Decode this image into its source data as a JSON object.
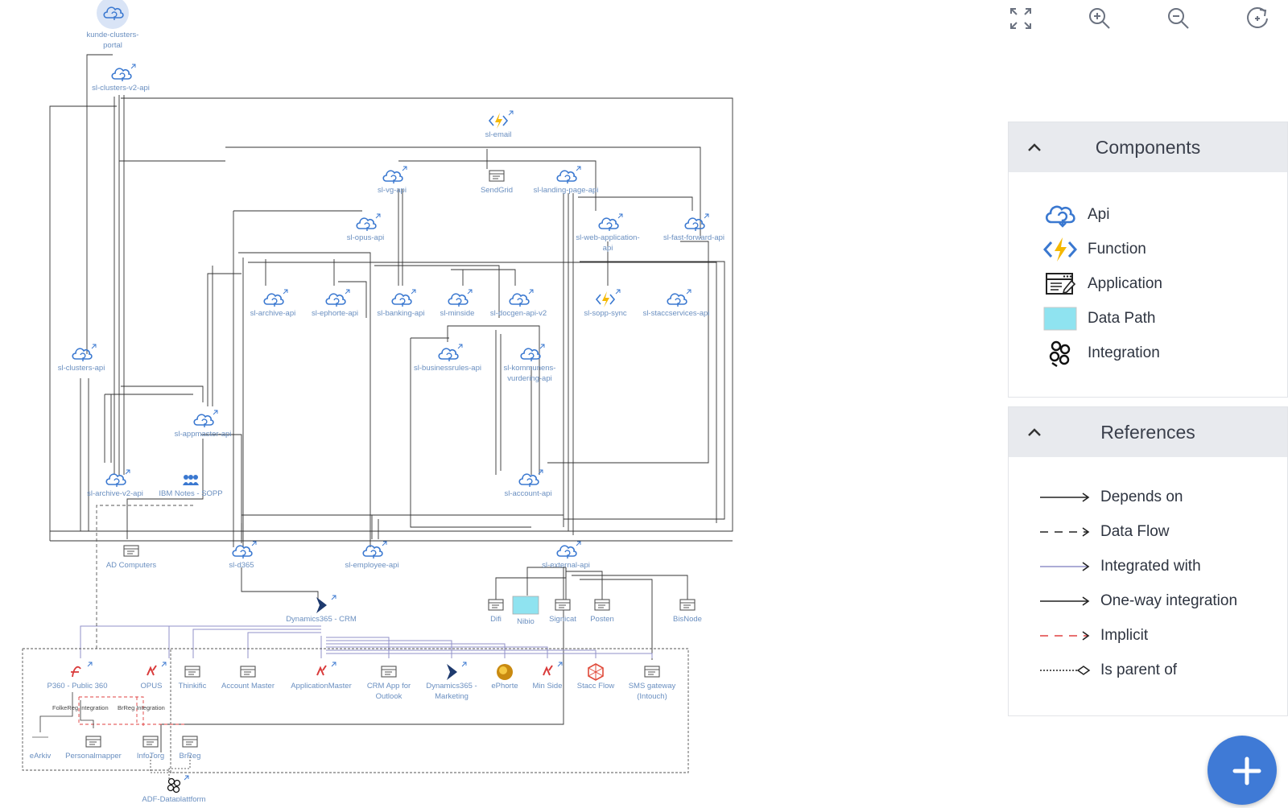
{
  "toolbar": {
    "fit_icon": "fullscreen-icon",
    "zoom_in_icon": "zoom-in-icon",
    "zoom_out_icon": "zoom-out-icon",
    "reset_icon": "rotate-reset-icon"
  },
  "components_panel": {
    "title": "Components",
    "items": [
      {
        "label": "Api",
        "icon": "cloud-api-icon"
      },
      {
        "label": "Function",
        "icon": "lightning-function-icon"
      },
      {
        "label": "Application",
        "icon": "application-window-icon"
      },
      {
        "label": "Data Path",
        "icon": "data-path-swatch"
      },
      {
        "label": "Integration",
        "icon": "integration-icon"
      }
    ]
  },
  "references_panel": {
    "title": "References",
    "items": [
      {
        "label": "Depends on",
        "style": "solid",
        "color": "#222222"
      },
      {
        "label": "Data Flow",
        "style": "dashed",
        "color": "#222222"
      },
      {
        "label": "Integrated with",
        "style": "solid",
        "color": "#9090c8"
      },
      {
        "label": "One-way integration",
        "style": "solid",
        "color": "#222222"
      },
      {
        "label": "Implicit",
        "style": "dashed",
        "color": "#e04040"
      },
      {
        "label": "Is parent of",
        "style": "dotted-diamond",
        "color": "#222222"
      }
    ]
  },
  "colors": {
    "api_blue": "#3a78d0",
    "label_blue": "#6a8fc0",
    "function_yellow": "#f5b800",
    "data_path": "#8fe3f0",
    "fab": "#3f7ad6",
    "panel_header": "#e8eaee"
  },
  "fab": {
    "icon": "plus-icon"
  },
  "diagram": {
    "nodes": [
      {
        "id": "kunde",
        "label": "kunde-clusters-\nportal"
      },
      {
        "id": "sl-clusters-v2-api",
        "label": "sl-clusters-v2-api"
      },
      {
        "id": "sl-email",
        "label": "sl-email"
      },
      {
        "id": "sl-vg-api",
        "label": "sl-vg-api"
      },
      {
        "id": "sendgrid",
        "label": "SendGrid"
      },
      {
        "id": "sl-landing-page-api",
        "label": "sl-landing-page-api"
      },
      {
        "id": "sl-opus-api",
        "label": "sl-opus-api"
      },
      {
        "id": "sl-web-application-api",
        "label": "sl-web-application-\napi"
      },
      {
        "id": "sl-fast-forward-api",
        "label": "sl-fast-forward-api"
      },
      {
        "id": "sl-archive-api",
        "label": "sl-archive-api"
      },
      {
        "id": "sl-ephorte-api",
        "label": "sl-ephorte-api"
      },
      {
        "id": "sl-banking-api",
        "label": "sl-banking-api"
      },
      {
        "id": "sl-minside",
        "label": "sl-minside"
      },
      {
        "id": "sl-docgen-api-v2",
        "label": "sl-docgen-api-v2"
      },
      {
        "id": "sl-sopp-sync",
        "label": "sl-sopp-sync"
      },
      {
        "id": "sl-staccservices-api",
        "label": "sl-staccservices-api"
      },
      {
        "id": "sl-clusters-api",
        "label": "sl-clusters-api"
      },
      {
        "id": "sl-businessrules-api",
        "label": "sl-businessrules-api"
      },
      {
        "id": "sl-kommunens",
        "label": "sl-kommunens-\nvurdering-api"
      },
      {
        "id": "sl-appmaster-api",
        "label": "sl-appmaster-api"
      },
      {
        "id": "sl-archive-v2-api",
        "label": "sl-archive-v2-api"
      },
      {
        "id": "ibm-notes",
        "label": "IBM Notes - SOPP"
      },
      {
        "id": "sl-account-api",
        "label": "sl-account-api"
      },
      {
        "id": "ad-computers",
        "label": "AD Computers"
      },
      {
        "id": "sl-d365",
        "label": "sl-d365"
      },
      {
        "id": "sl-employee-api",
        "label": "sl-employee-api"
      },
      {
        "id": "sl-external-api",
        "label": "sl-external-api"
      },
      {
        "id": "dynamics-crm",
        "label": "Dynamics365 - CRM"
      },
      {
        "id": "difi",
        "label": "Difi"
      },
      {
        "id": "nibio",
        "label": "Nibio"
      },
      {
        "id": "signicat",
        "label": "Signicat"
      },
      {
        "id": "posten",
        "label": "Posten"
      },
      {
        "id": "bisnode",
        "label": "BisNode"
      },
      {
        "id": "p360",
        "label": "P360 - Public 360"
      },
      {
        "id": "opus",
        "label": "OPUS"
      },
      {
        "id": "thinkific",
        "label": "Thinkific"
      },
      {
        "id": "account-master",
        "label": "Account Master"
      },
      {
        "id": "application-master",
        "label": "ApplicationMaster"
      },
      {
        "id": "crm-outlook",
        "label": "CRM App for\nOutlook"
      },
      {
        "id": "dynamics-marketing",
        "label": "Dynamics365 -\nMarketing"
      },
      {
        "id": "ephorte",
        "label": "ePhorte"
      },
      {
        "id": "min-side",
        "label": "Min Side"
      },
      {
        "id": "stacc-flow",
        "label": "Stacc Flow"
      },
      {
        "id": "sms-gateway",
        "label": "SMS gateway\n(Intouch)"
      },
      {
        "id": "earkiv",
        "label": "eArkiv"
      },
      {
        "id": "personalmapper",
        "label": "Personalmapper"
      },
      {
        "id": "infotorg",
        "label": "InfoTorg"
      },
      {
        "id": "brreg",
        "label": "BrReg"
      },
      {
        "id": "ade",
        "label": "ADF-Dataplattform"
      }
    ],
    "integration_labels": [
      "FolkeReg Integration",
      "BrReg Integration"
    ]
  }
}
